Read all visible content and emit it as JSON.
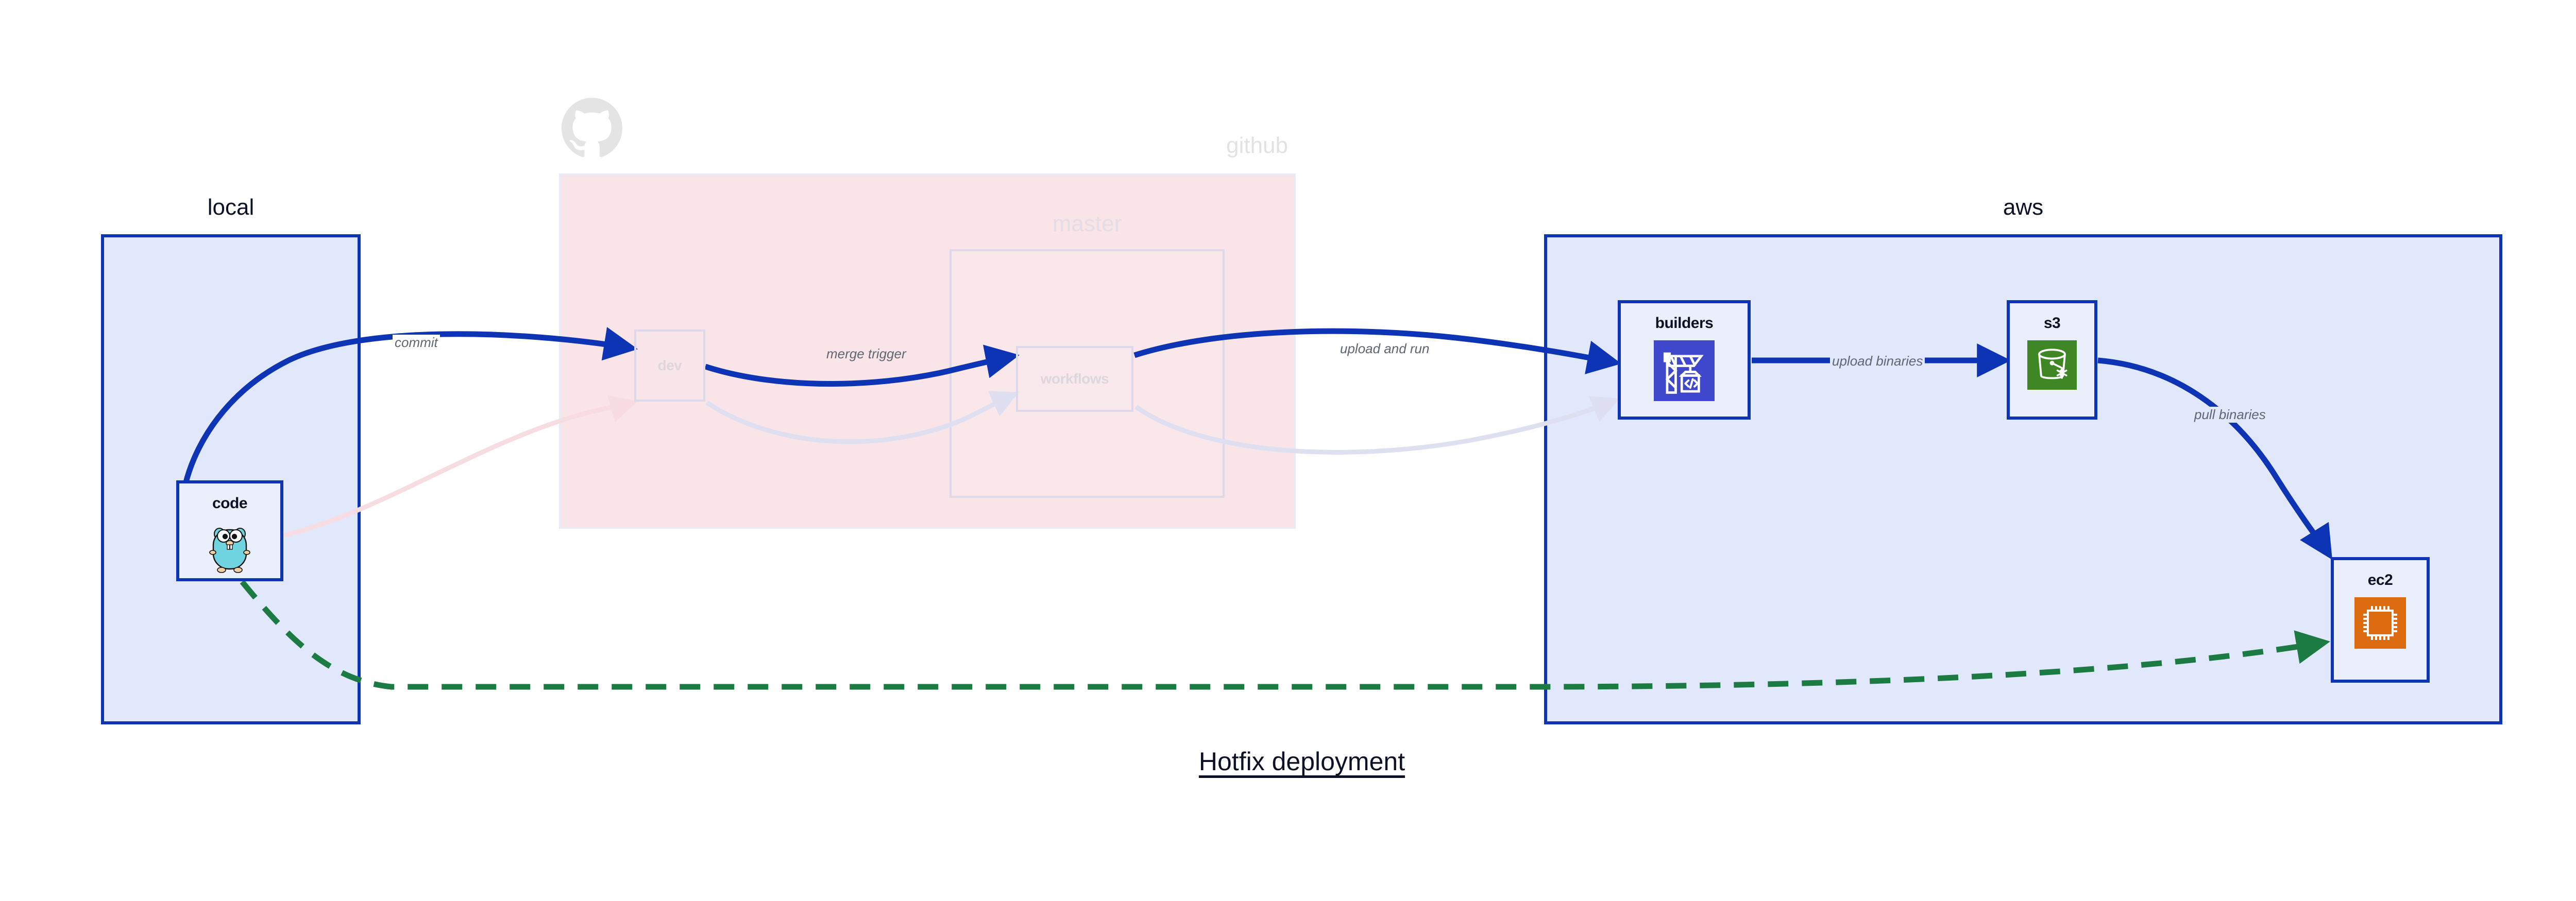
{
  "title": "Hotfix deployment",
  "groups": [
    {
      "id": "local",
      "label": "local"
    },
    {
      "id": "github",
      "label": "github"
    },
    {
      "id": "master",
      "label": "master"
    },
    {
      "id": "aws",
      "label": "aws"
    }
  ],
  "nodes": [
    {
      "id": "code",
      "label": "code",
      "icon": "go-gopher-icon",
      "group": "local",
      "faded": false
    },
    {
      "id": "dev",
      "label": "dev",
      "icon": "none",
      "group": "github",
      "faded": true
    },
    {
      "id": "workflows",
      "label": "workflows",
      "icon": "none",
      "group": "master",
      "faded": true
    },
    {
      "id": "builders",
      "label": "builders",
      "icon": "aws-codebuild-icon",
      "group": "aws",
      "faded": false
    },
    {
      "id": "s3",
      "label": "s3",
      "icon": "aws-s3-glacier-icon",
      "group": "aws",
      "faded": false
    },
    {
      "id": "ec2",
      "label": "ec2",
      "icon": "aws-ec2-icon",
      "group": "aws",
      "faded": false
    }
  ],
  "edges": [
    {
      "id": "commit",
      "label": "commit",
      "from": "code",
      "to": "dev",
      "style": "solid-blue"
    },
    {
      "id": "merge-trigger",
      "label": "merge trigger",
      "from": "dev",
      "to": "workflows",
      "style": "solid-blue"
    },
    {
      "id": "upload-and-run",
      "label": "upload and run",
      "from": "workflows",
      "to": "builders",
      "style": "solid-blue"
    },
    {
      "id": "upload-binaries",
      "label": "upload binaries",
      "from": "builders",
      "to": "s3",
      "style": "solid-blue"
    },
    {
      "id": "pull-binaries",
      "label": "pull binaries",
      "from": "s3",
      "to": "ec2",
      "style": "solid-blue"
    },
    {
      "id": "hotfix-direct",
      "label": "",
      "from": "code",
      "to": "ec2",
      "style": "dashed-green"
    }
  ],
  "colors": {
    "accent_blue": "#0d34b5",
    "group_blue_fill": "#e2e8fb",
    "github_pink_fill": "#f9e4e8",
    "node_fill": "#eaeffb",
    "dashed_green": "#1c7a43",
    "faded_gray": "#ded9ea",
    "label_gray": "#5f6672",
    "s3_green": "#3f8624",
    "ec2_orange": "#dd6b10",
    "codebuild_indigo": "#3f48cc",
    "gopher_cyan": "#6fd4e0"
  }
}
